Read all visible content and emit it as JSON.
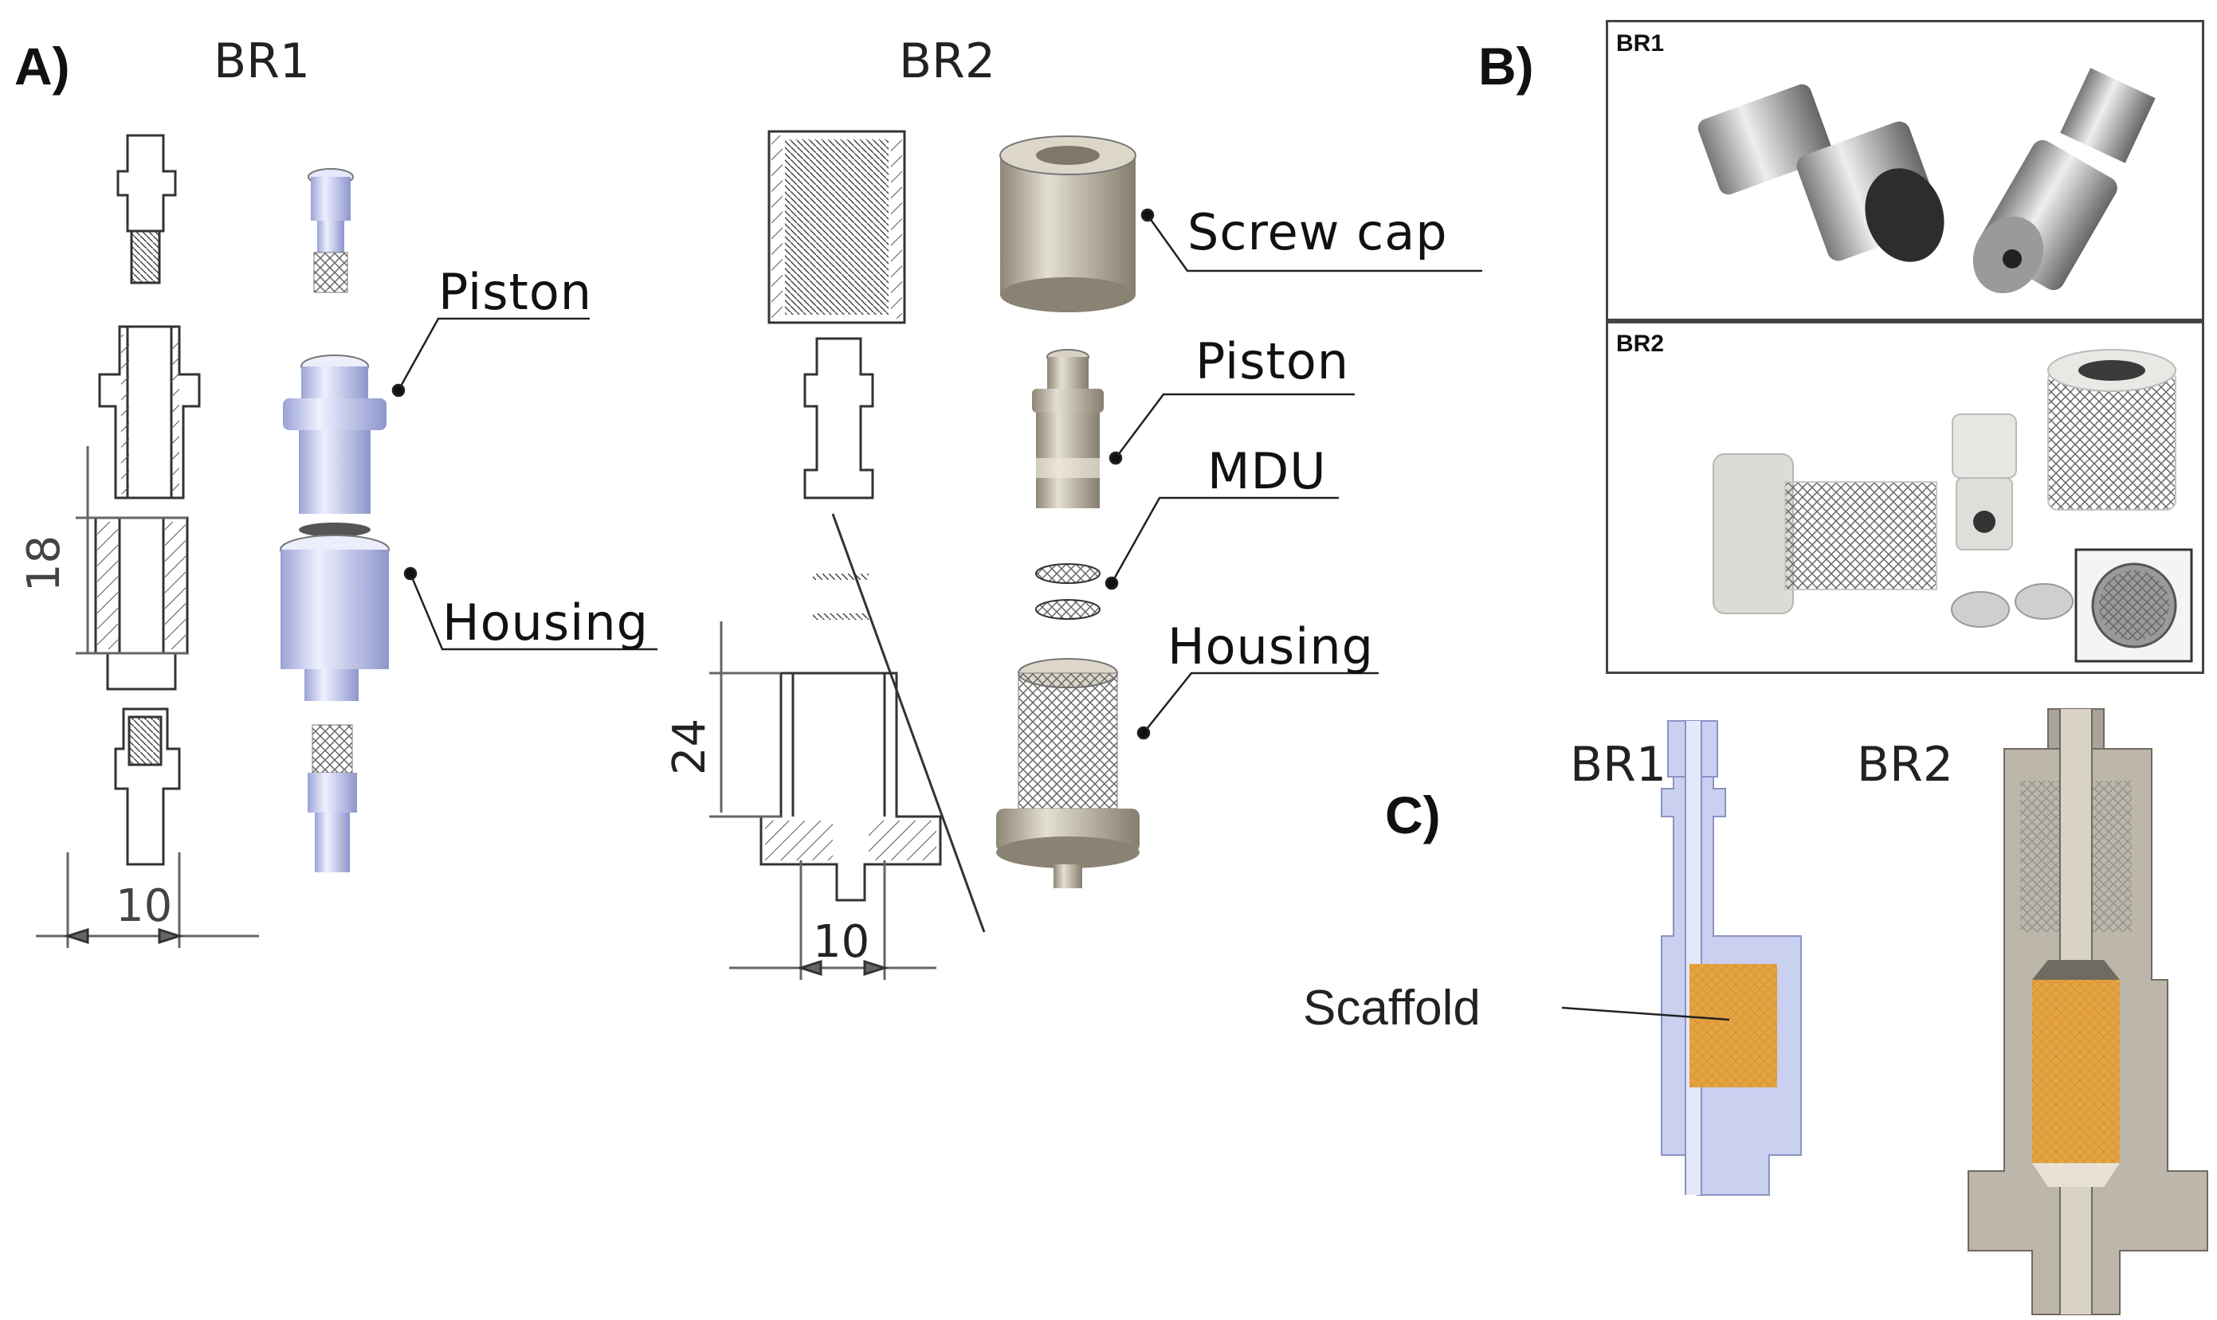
{
  "panel_a": {
    "letter": "A)",
    "br1_title": "BR1",
    "br2_title": "BR2"
  },
  "panel_b": {
    "letter": "B)",
    "br1_label": "BR1",
    "br2_label": "BR2"
  },
  "panel_c": {
    "letter": "C)",
    "br1_label": "BR1",
    "br2_label": "BR2",
    "scaffold_label": "Scaffold"
  },
  "callouts": {
    "br1_piston": "Piston",
    "br1_housing": "Housing",
    "br2_screw_cap": "Screw cap",
    "br2_piston": "Piston",
    "br2_mdu": "MDU",
    "br2_housing": "Housing"
  },
  "dimensions": {
    "br1_height": "18",
    "br1_width": "10",
    "br2_height": "24",
    "br2_width": "10"
  },
  "colors": {
    "br1_part": "#c9d0f0",
    "br2_part": "#c8bfb0",
    "scaffold": "#e8a33c",
    "section": "#a9a39a"
  }
}
